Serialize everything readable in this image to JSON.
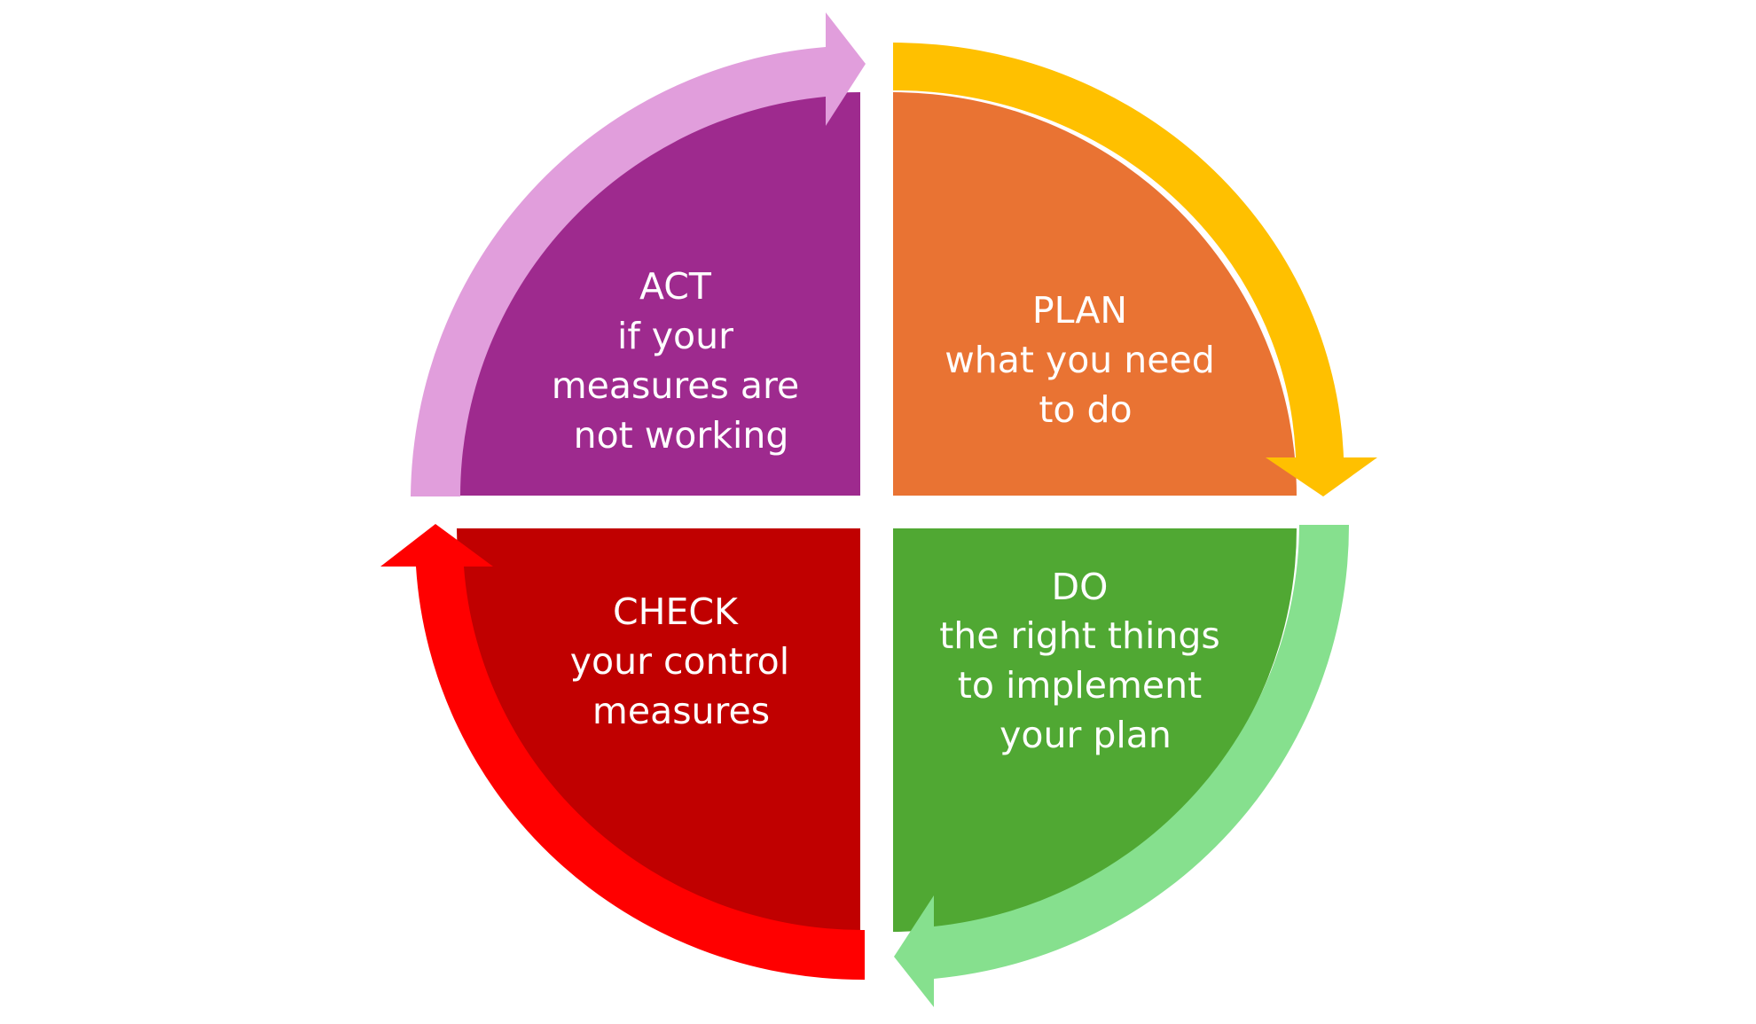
{
  "diagram": {
    "quadrants": [
      {
        "id": "plan",
        "fill": "#E97333",
        "lines": [
          "PLAN",
          "what you need",
          "to do"
        ]
      },
      {
        "id": "do",
        "fill": "#50A833",
        "lines": [
          "DO",
          "the right things",
          "to implement",
          "your plan"
        ]
      },
      {
        "id": "check",
        "fill": "#C00000",
        "lines": [
          "CHECK",
          "your control",
          "measures"
        ]
      },
      {
        "id": "act",
        "fill": "#9E2A8E",
        "lines": [
          "ACT",
          "if your",
          "measures are",
          "not working"
        ]
      }
    ],
    "arrows": [
      {
        "id": "plan-to-do",
        "color": "#FFC000"
      },
      {
        "id": "do-to-check",
        "color": "#86E08E"
      },
      {
        "id": "check-to-act",
        "color": "#FF0000"
      },
      {
        "id": "act-to-plan",
        "color": "#E19EDC"
      }
    ],
    "background": "#FFFFFF"
  }
}
